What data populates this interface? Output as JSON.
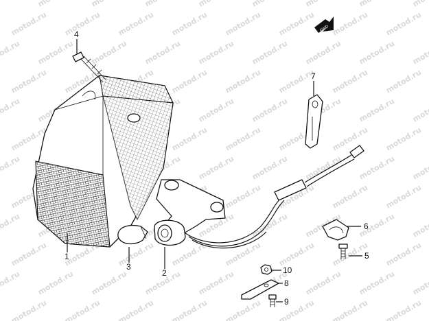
{
  "watermark": "motod.ru",
  "fwd_badge": "FWD",
  "callouts": [
    {
      "id": "1",
      "part": "lens-housing"
    },
    {
      "id": "2",
      "part": "socket-bracket"
    },
    {
      "id": "3",
      "part": "bulb"
    },
    {
      "id": "4",
      "part": "screw"
    },
    {
      "id": "5",
      "part": "bolt"
    },
    {
      "id": "6",
      "part": "clamp"
    },
    {
      "id": "7",
      "part": "cable-guide"
    },
    {
      "id": "8",
      "part": "bracket-plate"
    },
    {
      "id": "9",
      "part": "small-bolt"
    },
    {
      "id": "10",
      "part": "nut"
    }
  ]
}
